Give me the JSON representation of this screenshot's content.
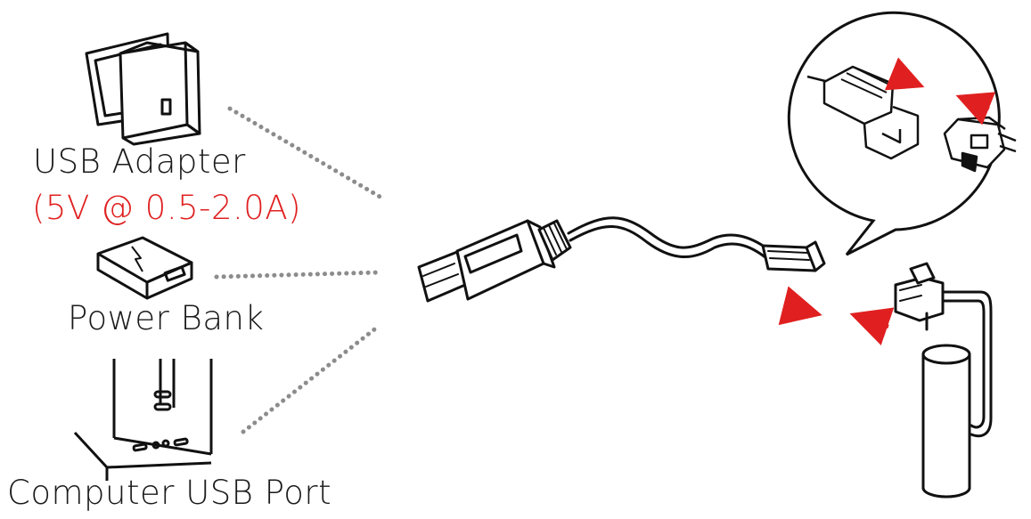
{
  "labels": {
    "usb_adapter": "USB Adapter",
    "adapter_spec": "(5V @ 0.5-2.0A)",
    "power_bank": "Power Bank",
    "computer_port": "Computer USB Port"
  },
  "colors": {
    "line": "#111111",
    "dots": "#8c8c8c",
    "accent": "#e02020"
  }
}
